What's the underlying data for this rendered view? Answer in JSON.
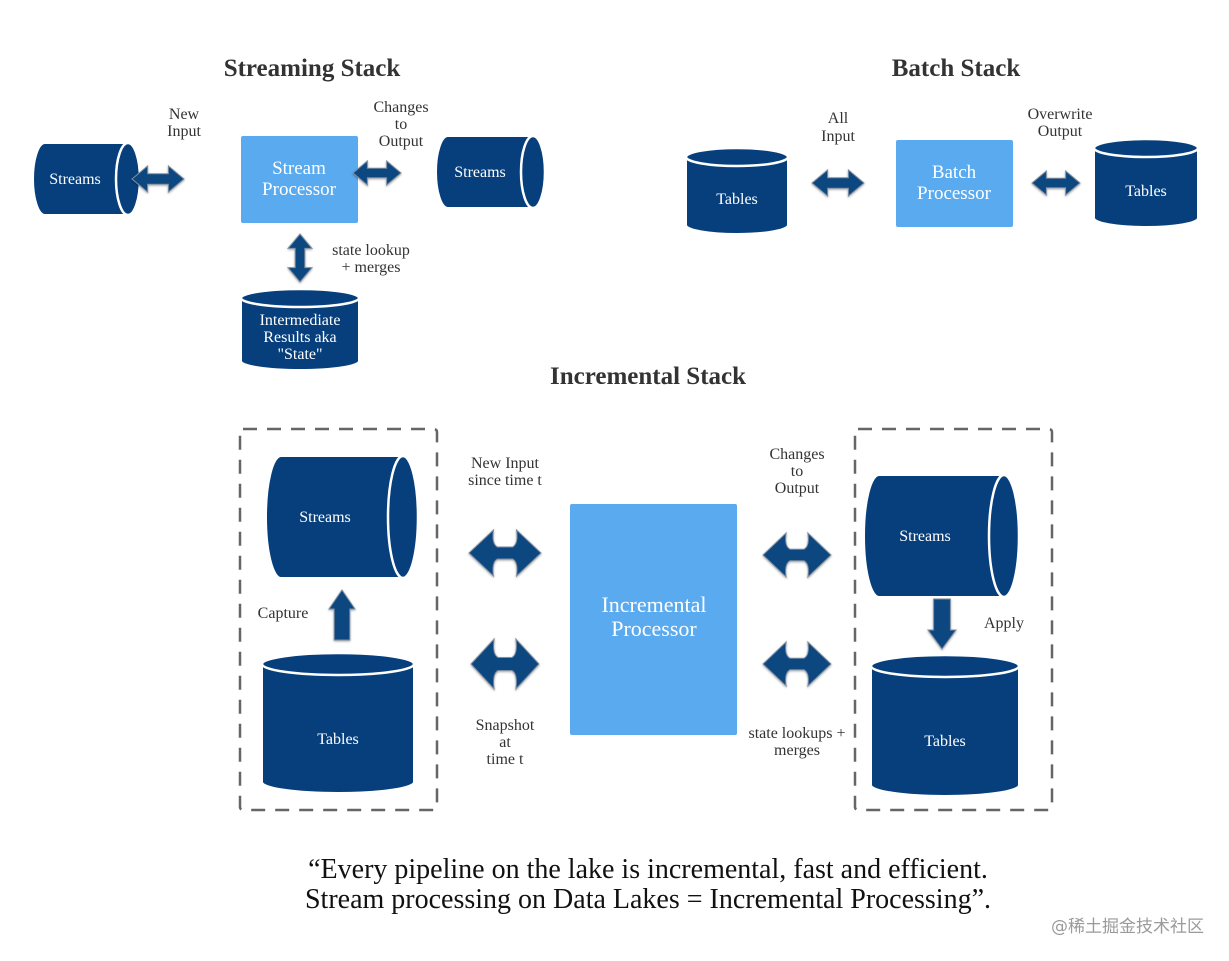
{
  "colors": {
    "cylinder": "#063f7c",
    "processor": "#5aaaf0",
    "arrow": "#0d4680",
    "text": "#333333",
    "dashed_border": "#666666"
  },
  "streaming": {
    "title": "Streaming Stack",
    "source_label": "Streams",
    "new_input_label": [
      "New",
      "Input"
    ],
    "processor_label": [
      "Stream",
      "Processor"
    ],
    "changes_label": [
      "Changes",
      "to",
      "Output"
    ],
    "sink_label": "Streams",
    "state_lookup_label": [
      "state lookup",
      "+ merges"
    ],
    "state_label": [
      "Intermediate",
      "Results aka",
      "\"State\""
    ]
  },
  "batch": {
    "title": "Batch Stack",
    "source_label": "Tables",
    "all_input_label": [
      "All",
      "Input"
    ],
    "processor_label": [
      "Batch",
      "Processor"
    ],
    "overwrite_label": [
      "Overwrite",
      "Output"
    ],
    "sink_label": "Tables"
  },
  "incremental": {
    "title": "Incremental Stack",
    "left_streams_label": "Streams",
    "capture_label": "Capture",
    "left_tables_label": "Tables",
    "new_input_label": [
      "New Input",
      "since time t"
    ],
    "snapshot_label": [
      "Snapshot",
      "at",
      "time t"
    ],
    "processor_label": [
      "Incremental",
      "Processor"
    ],
    "changes_label": [
      "Changes",
      "to",
      "Output"
    ],
    "state_lookups_label": [
      "state lookups +",
      "merges"
    ],
    "right_streams_label": "Streams",
    "apply_label": "Apply",
    "right_tables_label": "Tables"
  },
  "quote": [
    "“Every pipeline on the lake is incremental, fast and efficient.",
    "Stream processing on Data Lakes = Incremental Processing”."
  ],
  "watermark": "@稀土掘金技术社区"
}
